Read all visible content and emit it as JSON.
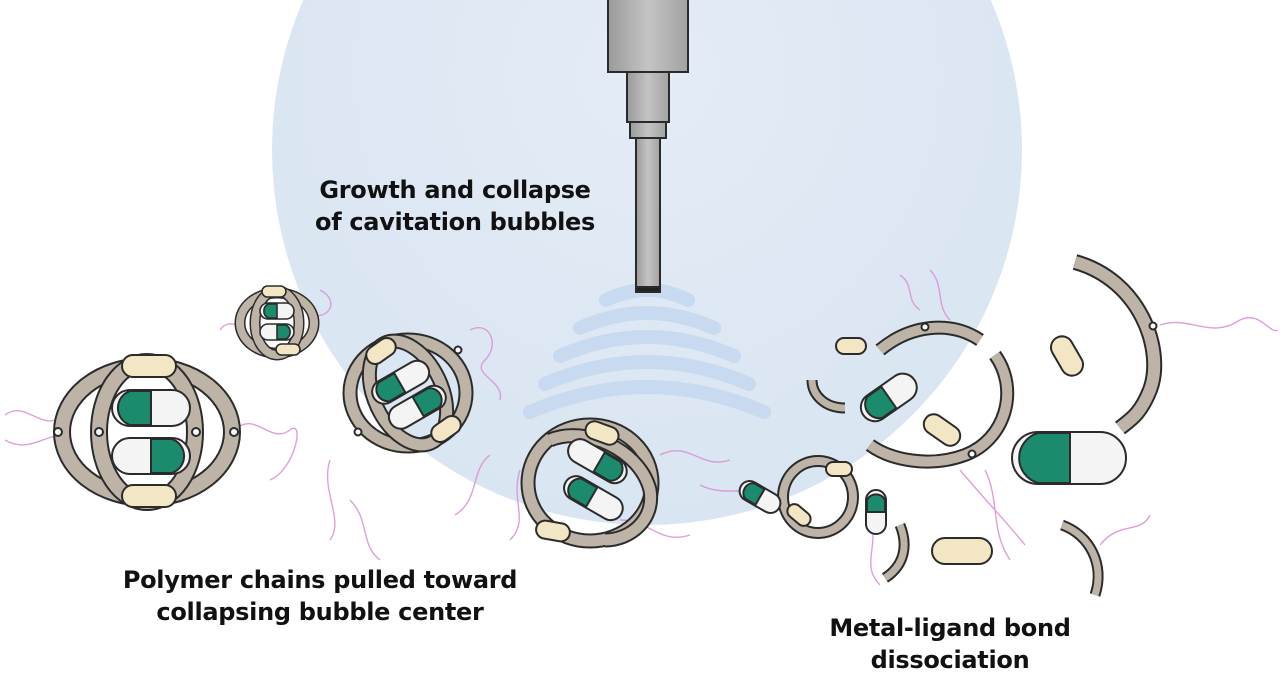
{
  "labels": {
    "cavitation": [
      "Growth and collapse",
      "of cavitation bubbles"
    ],
    "polymer": [
      "Polymer chains pulled toward",
      "collapsing bubble center"
    ],
    "bond": [
      "Metal-ligand bond",
      "dissociation"
    ]
  },
  "colors": {
    "bubble": "#dfe8f3",
    "waves": "#c8daef",
    "probe": "#b9b9b9",
    "ring": "#bdb4a7",
    "capsule_green": "#1b8a6d",
    "capsule_white": "#f4f4f4",
    "cream_block": "#f2e6c4",
    "polymer_chain": "#d98fd3"
  },
  "icons": {
    "probe": "ultrasonic-probe-icon",
    "waves": "ultrasound-waves-icon",
    "assembly": "metal-ligand-ring-assembly-icon",
    "capsule": "ligand-capsule-icon",
    "ring_fragment": "broken-ring-fragment-icon"
  }
}
